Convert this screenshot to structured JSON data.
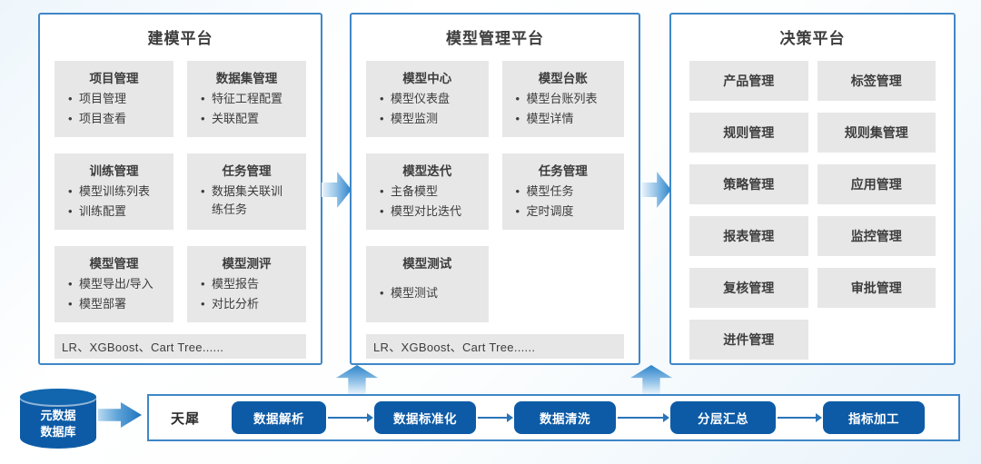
{
  "colors": {
    "panel_border": "#3f87c7",
    "card_gray": "#e7e7e7",
    "deep_blue": "#0d5ba6",
    "text_dark": "#3d3d3d",
    "arrow_blue": "#2b83c9"
  },
  "panels": [
    {
      "title": "建模平台",
      "cards": [
        {
          "title": "项目管理",
          "items": [
            "项目管理",
            "项目查看"
          ]
        },
        {
          "title": "数据集管理",
          "items": [
            "特征工程配置",
            "关联配置"
          ]
        },
        {
          "title": "训练管理",
          "items": [
            "模型训练列表",
            "训练配置"
          ]
        },
        {
          "title": "任务管理",
          "items": [
            "数据集关联训练任务"
          ]
        },
        {
          "title": "模型管理",
          "items": [
            "模型导出/导入",
            "模型部署"
          ]
        },
        {
          "title": "模型测评",
          "items": [
            "模型报告",
            "对比分析"
          ]
        }
      ],
      "algorithms": "LR、XGBoost、Cart Tree......"
    },
    {
      "title": "模型管理平台",
      "cards": [
        {
          "title": "模型中心",
          "items": [
            "模型仪表盘",
            "模型监测"
          ]
        },
        {
          "title": "模型台账",
          "items": [
            "模型台账列表",
            "模型详情"
          ]
        },
        {
          "title": "模型迭代",
          "items": [
            "主备模型",
            "模型对比迭代"
          ]
        },
        {
          "title": "任务管理",
          "items": [
            "模型任务",
            "定时调度"
          ]
        },
        {
          "title": "模型测试",
          "items": [
            "模型测试"
          ]
        }
      ],
      "algorithms": "LR、XGBoost、Cart Tree......"
    },
    {
      "title": "决策平台",
      "boxes": [
        "产品管理",
        "标签管理",
        "规则管理",
        "规则集管理",
        "策略管理",
        "应用管理",
        "报表管理",
        "监控管理",
        "复核管理",
        "审批管理",
        "进件管理"
      ]
    }
  ],
  "pipeline": {
    "database_line1": "元数据",
    "database_line2": "数据库",
    "engine_label": "天犀",
    "steps": [
      "数据解析",
      "数据标准化",
      "数据清洗",
      "分层汇总",
      "指标加工"
    ]
  }
}
